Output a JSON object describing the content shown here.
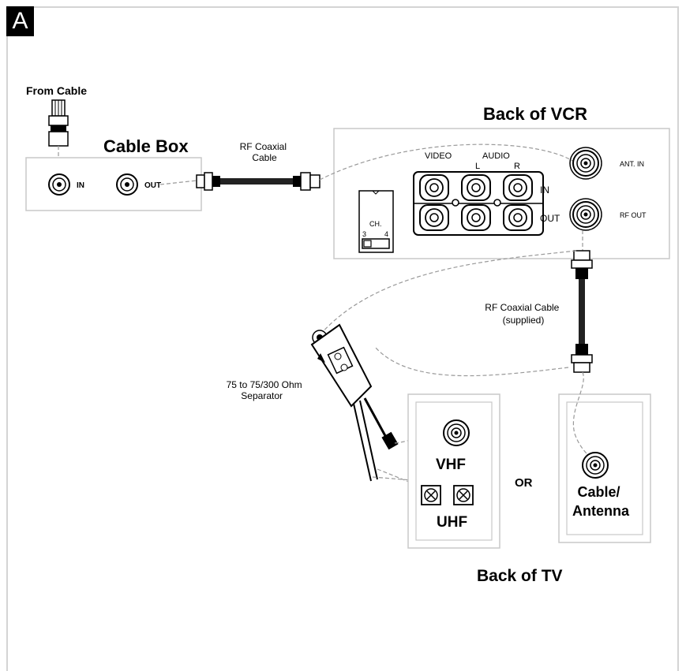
{
  "figure_label": "A",
  "from_cable": "From Cable",
  "cable_box": {
    "title": "Cable Box",
    "in_label": "IN",
    "out_label": "OUT"
  },
  "rf_cable_1": [
    "RF Coaxial",
    "Cable"
  ],
  "vcr": {
    "title": "Back of VCR",
    "video": "VIDEO",
    "audio": "AUDIO",
    "l": "L",
    "r": "R",
    "in": "IN",
    "out": "OUT",
    "ch": "CH.",
    "ch3": "3",
    "ch4": "4",
    "ant_in": "ANT. IN",
    "rf_out": "RF OUT"
  },
  "rf_cable_2": [
    "RF Coaxial Cable",
    "(supplied)"
  ],
  "separator": [
    "75 to 75/300 Ohm",
    "Separator"
  ],
  "tv": {
    "vhf": "VHF",
    "uhf": "UHF",
    "or": "OR",
    "cable_antenna": [
      "Cable/",
      "Antenna"
    ],
    "title": "Back of TV"
  }
}
